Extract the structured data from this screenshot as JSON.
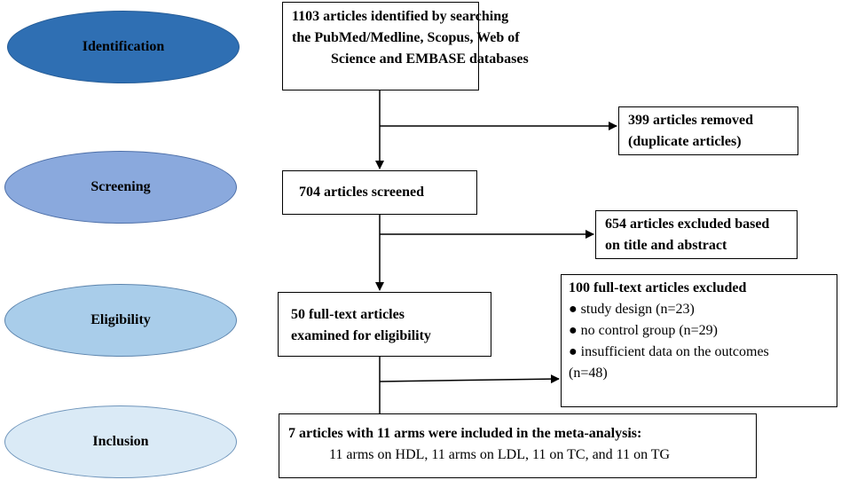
{
  "stages": {
    "identification": "Identification",
    "screening": "Screening",
    "eligibility": "Eligibility",
    "inclusion": "Inclusion"
  },
  "boxes": {
    "identified": {
      "lines": [
        "1103 articles identified by searching",
        "the PubMed/Medline, Scopus, Web of",
        "Science and EMBASE databases"
      ]
    },
    "removed": {
      "lines": [
        "399 articles removed",
        "(duplicate articles)"
      ]
    },
    "screened": {
      "lines": [
        "704 articles screened"
      ]
    },
    "excluded_title_abstract": {
      "lines": [
        "654 articles excluded based",
        "on title and abstract"
      ]
    },
    "full_text": {
      "lines": [
        "50 full-text articles",
        "examined for eligibility"
      ]
    },
    "excluded_full_text": {
      "title": "100 full-text articles excluded",
      "items": [
        "study design (n=23)",
        "no control group (n=29)",
        "insufficient data on the outcomes"
      ],
      "tail": "(n=48)"
    },
    "included": {
      "title": "7 articles with 11 arms were included in the meta-analysis:",
      "detail": "11 arms on HDL, 11 arms on LDL, 11 on TC, and 11 on TG"
    }
  },
  "colors": {
    "identification": "#2f6fb3",
    "screening": "#8aa9dd",
    "eligibility": "#a9cdea",
    "inclusion": "#daeaf6"
  }
}
